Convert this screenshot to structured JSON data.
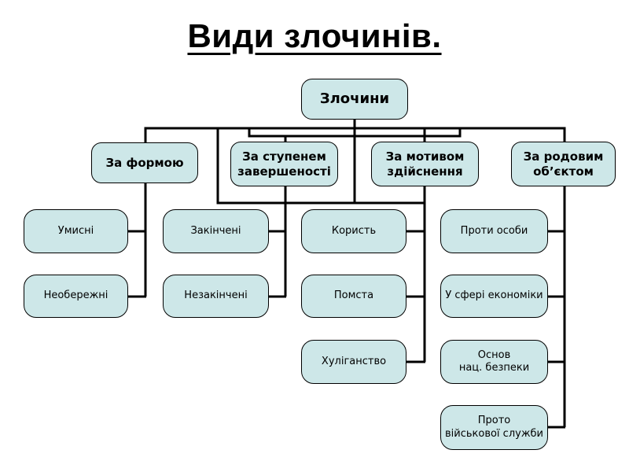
{
  "title": "Види злочинів.",
  "root": {
    "label": "Злочини"
  },
  "branches": [
    {
      "label": "За формою",
      "children": [
        "Умисні",
        "Необережні"
      ]
    },
    {
      "label": "За ступенем\nзавершеності",
      "children": [
        "Закінчені",
        "Незакінчені"
      ]
    },
    {
      "label": "За мотивом\nздійснення",
      "children": [
        "Користь",
        "Помста",
        "Хуліганство"
      ]
    },
    {
      "label": "За родовим\nоб’єктом",
      "children": [
        "Проти особи",
        "У сфері економіки",
        "Основ\nнац. безпеки",
        "Прото\nвійськової служби"
      ]
    }
  ],
  "colors": {
    "background": "#ffffff",
    "node_fill": "#cde7e8",
    "node_border": "#000000",
    "connector": "#000000",
    "title": "#000000"
  }
}
